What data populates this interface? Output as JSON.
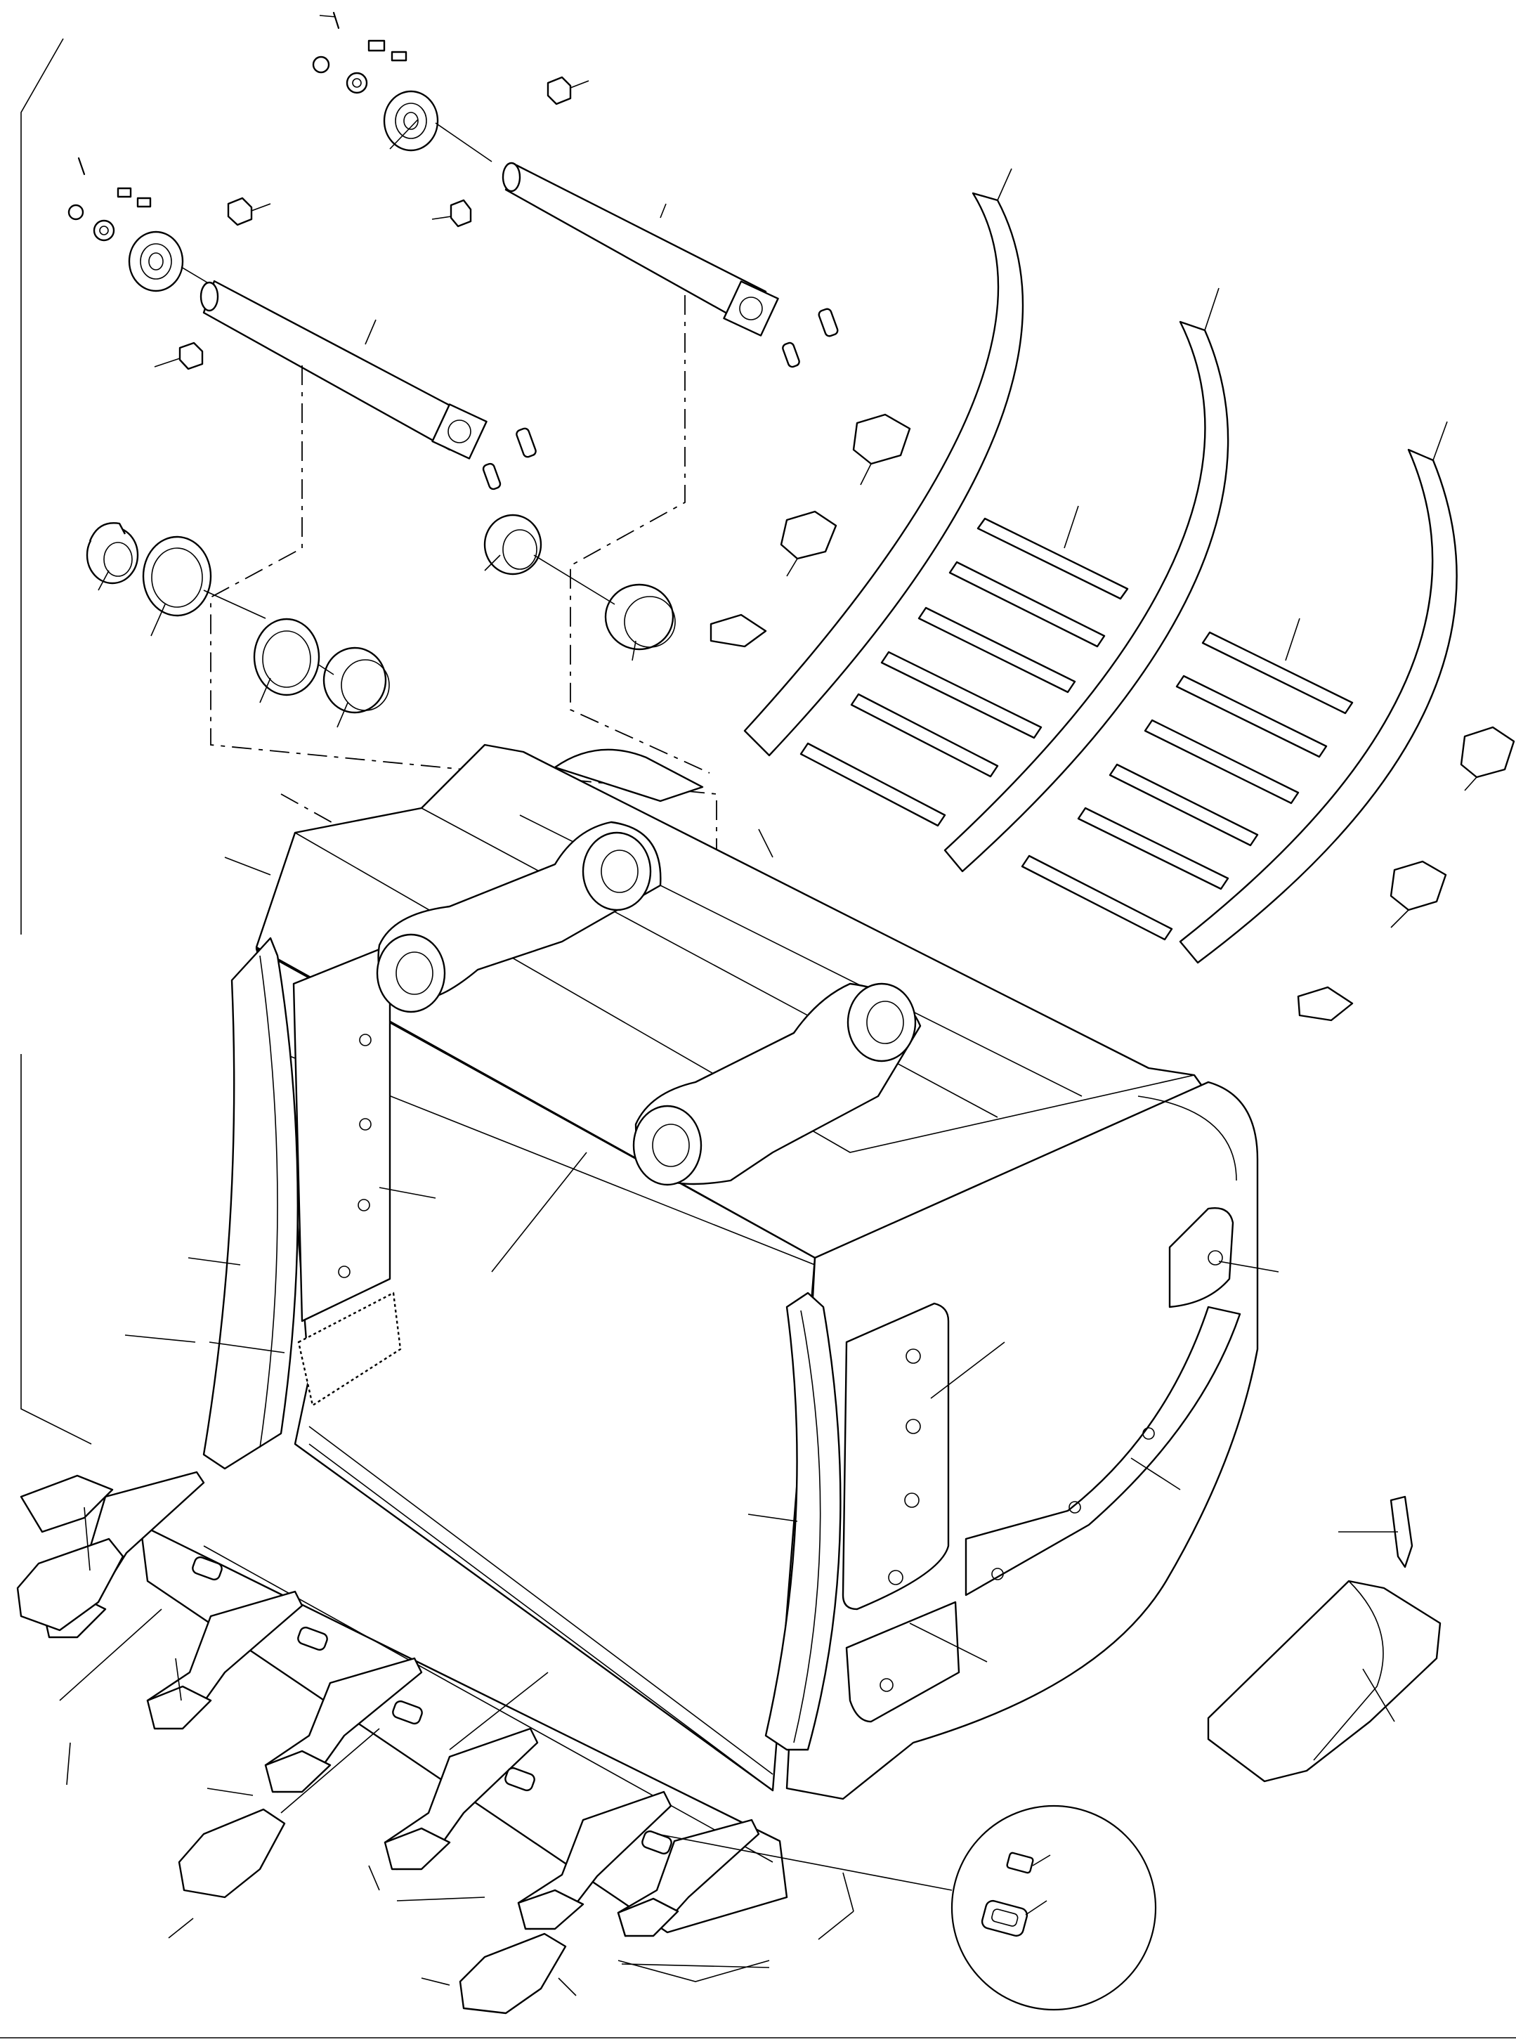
{
  "figure": {
    "kind": "exploded-parts-diagram",
    "printed_text": []
  },
  "parts": {
    "pins": [
      "pin-upper",
      "pin-lower"
    ],
    "bushings": 6,
    "shims": 2,
    "wear_strips": 3,
    "bucket_teeth": 6,
    "tooth_adapters": 6,
    "retainer_locks": 6
  }
}
